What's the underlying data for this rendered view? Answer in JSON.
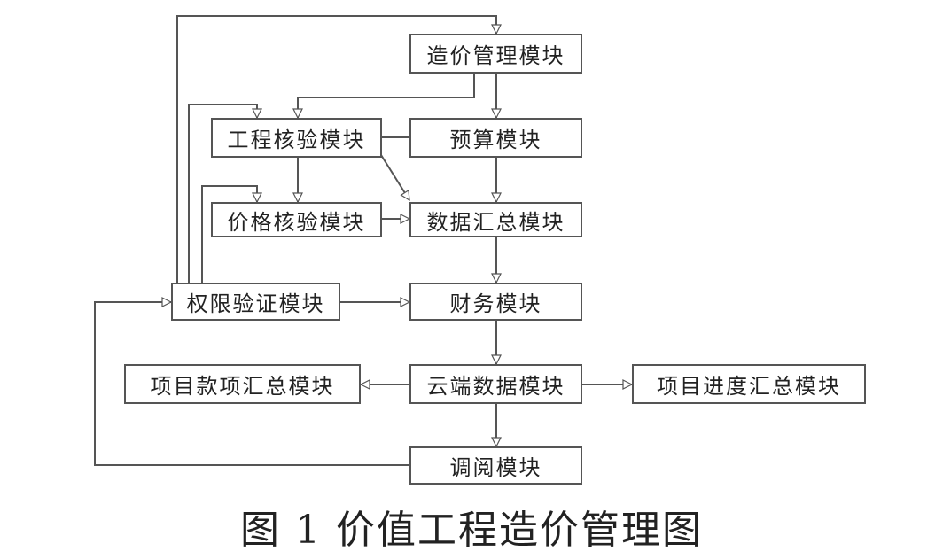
{
  "diagram": {
    "modules": {
      "cost_management": "造价管理模块",
      "engineering_verification": "工程核验模块",
      "budget": "预算模块",
      "price_verification": "价格核验模块",
      "data_summary": "数据汇总模块",
      "permission_verification": "权限验证模块",
      "finance": "财务模块",
      "project_payment_summary": "项目款项汇总模块",
      "cloud_data": "云端数据模块",
      "project_progress_summary": "项目进度汇总模块",
      "review": "调阅模块"
    },
    "caption": "图 1  价值工程造价管理图"
  }
}
